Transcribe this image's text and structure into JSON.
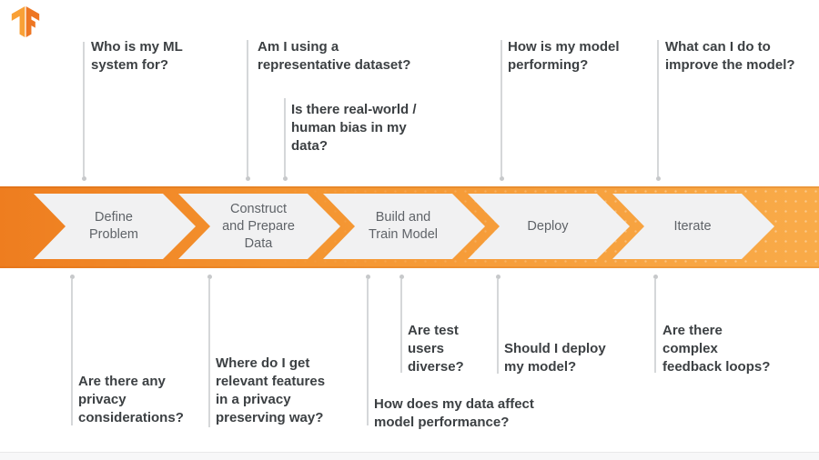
{
  "logo": {
    "name": "TensorFlow"
  },
  "pipeline": {
    "stages": [
      {
        "label": [
          "Define",
          "Problem"
        ]
      },
      {
        "label": [
          "Construct",
          "and Prepare",
          "Data"
        ]
      },
      {
        "label": [
          "Build and",
          "Train Model"
        ]
      },
      {
        "label": [
          "Deploy"
        ]
      },
      {
        "label": [
          "Iterate"
        ]
      }
    ]
  },
  "questions": {
    "top": [
      {
        "text": [
          "Who is my ML",
          "system for?"
        ]
      },
      {
        "text": [
          "Am I using a",
          "representative dataset?"
        ]
      },
      {
        "text": [
          "Is there real-world /",
          "human bias in my",
          "data?"
        ]
      },
      {
        "text": [
          "How is my model",
          "performing?"
        ]
      },
      {
        "text": [
          "What can I do to",
          "improve the model?"
        ]
      }
    ],
    "bottom": [
      {
        "text": [
          "Are there any",
          "privacy",
          "considerations?"
        ]
      },
      {
        "text": [
          "Where do I get",
          "relevant features",
          "in a privacy",
          "preserving way?"
        ]
      },
      {
        "text": [
          "How does my data affect",
          "model performance?"
        ]
      },
      {
        "text": [
          "Are test",
          "users",
          "diverse?"
        ]
      },
      {
        "text": [
          "Should I deploy",
          "my model?"
        ]
      },
      {
        "text": [
          "Are there",
          "complex",
          "feedback loops?"
        ]
      }
    ]
  },
  "colors": {
    "band_left": "#ee7d1f",
    "band_right": "#f9ab49",
    "chevron_fill": "#f1f1f2",
    "stage_text": "#5f6368",
    "question_text": "#3c4043",
    "leader_line": "#d5d7d9",
    "leader_dot": "#c7c9cb",
    "logo_dark": "#ee7623",
    "logo_light": "#f9a036"
  }
}
